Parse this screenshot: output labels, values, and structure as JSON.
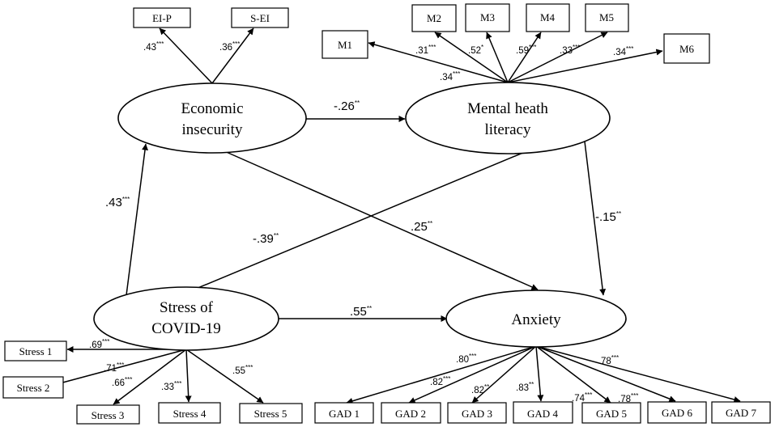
{
  "latents": {
    "econ": {
      "line1": "Economic",
      "line2": "insecurity"
    },
    "mhl": {
      "line1": "Mental heath",
      "line2": "literacy"
    },
    "stress": {
      "line1": "Stress of",
      "line2": "COVID-19"
    },
    "anxiety": {
      "line1": "Anxiety"
    }
  },
  "indicators": {
    "eip": "EI-P",
    "sei": "S-EI",
    "m1": "M1",
    "m2": "M2",
    "m3": "M3",
    "m4": "M4",
    "m5": "M5",
    "m6": "M6",
    "s1": "Stress 1",
    "s2": "Stress 2",
    "s3": "Stress 3",
    "s4": "Stress 4",
    "s5": "Stress 5",
    "g1": "GAD 1",
    "g2": "GAD 2",
    "g3": "GAD 3",
    "g4": "GAD 4",
    "g5": "GAD 5",
    "g6": "GAD 6",
    "g7": "GAD 7"
  },
  "loadings": {
    "eip": {
      "v": ".43",
      "s": "***"
    },
    "sei": {
      "v": ".36",
      "s": "***"
    },
    "m1": {
      "v": ".34",
      "s": "***"
    },
    "m2": {
      "v": ".31",
      "s": "***"
    },
    "m3": {
      "v": ".52",
      "s": "*"
    },
    "m4": {
      "v": ".59",
      "s": "***"
    },
    "m5": {
      "v": ".33",
      "s": "***"
    },
    "m6": {
      "v": ".34",
      "s": "***"
    },
    "s1": {
      "v": ".69",
      "s": "***"
    },
    "s2": {
      "v": ".71",
      "s": "***"
    },
    "s3": {
      "v": ".66",
      "s": "***"
    },
    "s4": {
      "v": ".33",
      "s": "***"
    },
    "s5": {
      "v": ".55",
      "s": "***"
    },
    "g1": {
      "v": ".80",
      "s": "***"
    },
    "g2": {
      "v": ".82",
      "s": "***"
    },
    "g3": {
      "v": ".82",
      "s": "**"
    },
    "g4": {
      "v": ".83",
      "s": "**"
    },
    "g5": {
      "v": ".74",
      "s": "***"
    },
    "g6": {
      "v": ".78",
      "s": "***"
    },
    "g7": {
      "v": "78",
      "s": "***"
    }
  },
  "paths": {
    "econ_mhl": {
      "v": "-.26",
      "s": "**"
    },
    "stress_econ": {
      "v": ".43",
      "s": "***"
    },
    "stress_mhl": {
      "v": "-.39",
      "s": "**"
    },
    "econ_anx": {
      "v": ".25",
      "s": "**"
    },
    "mhl_anx": {
      "v": "-.15",
      "s": "**"
    },
    "stress_anx": {
      "v": ".55",
      "s": "**"
    }
  }
}
